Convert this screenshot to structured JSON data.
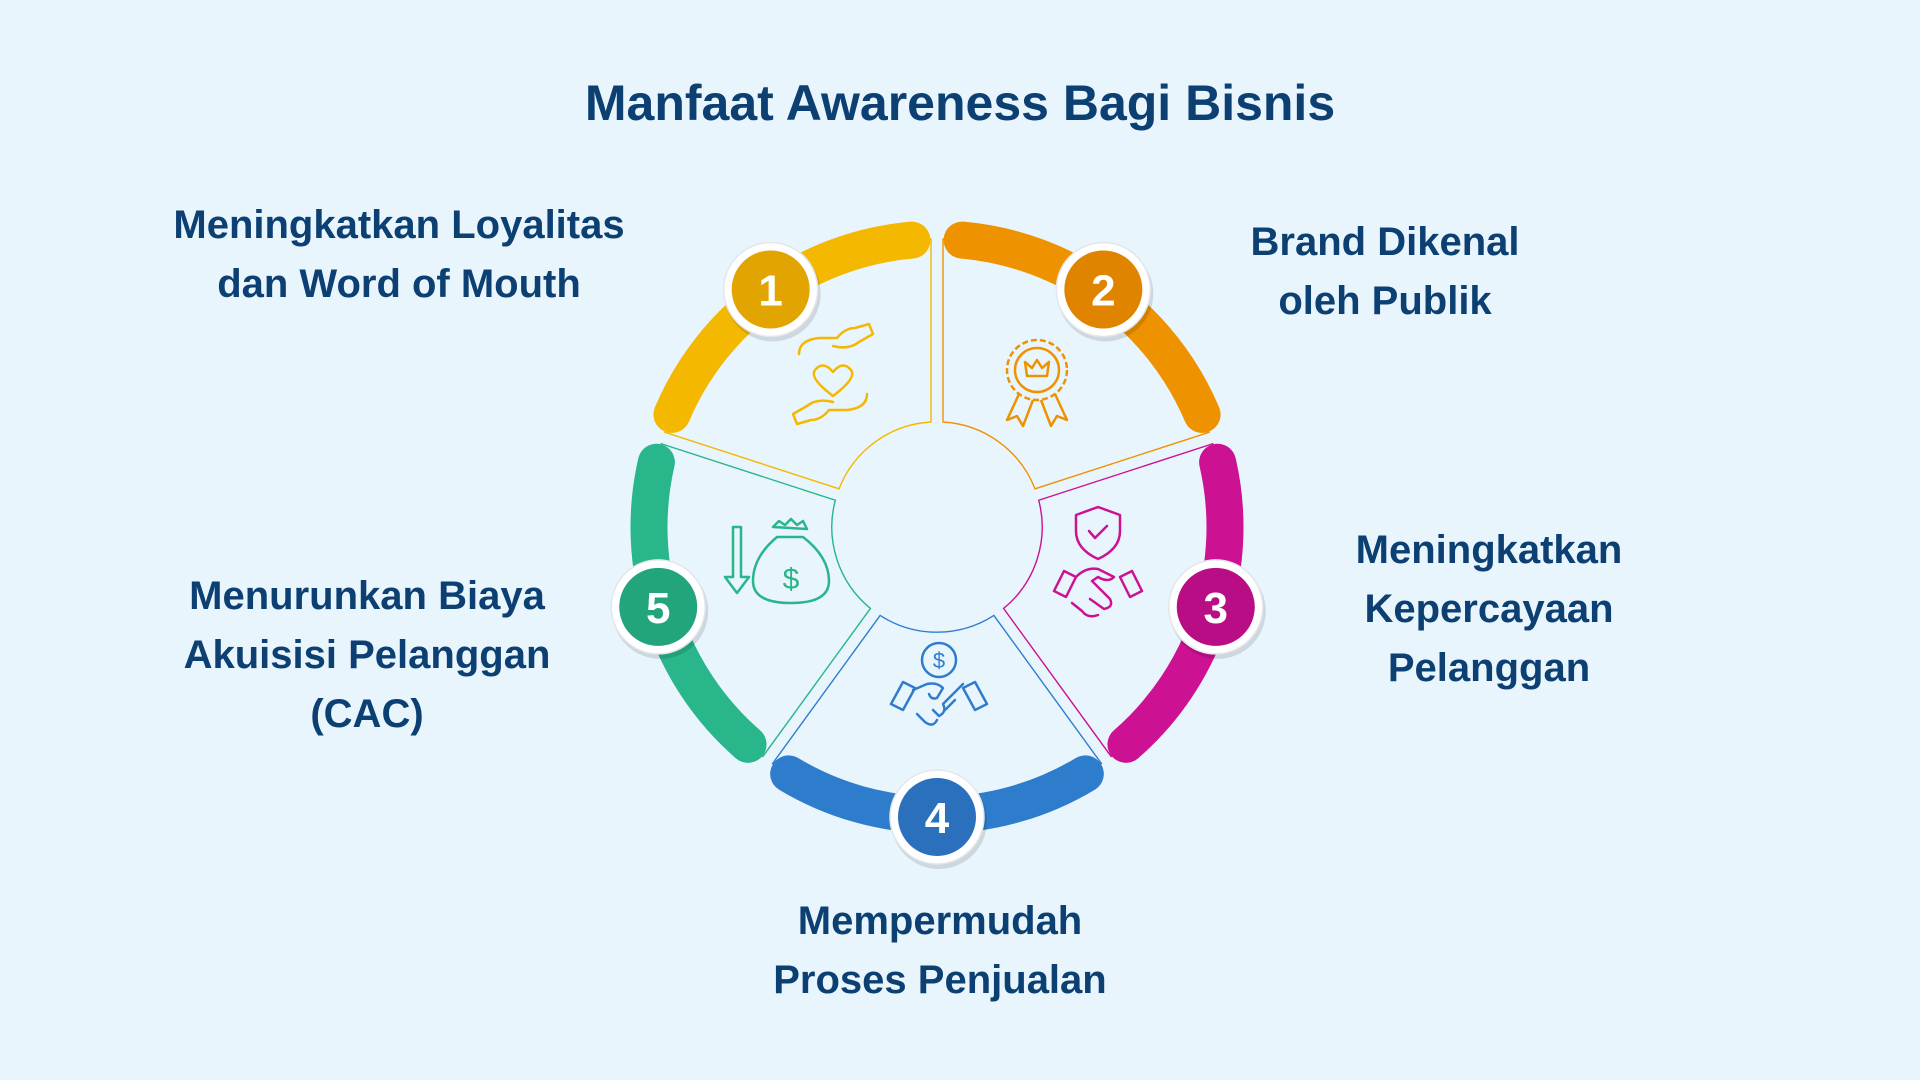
{
  "title": "Manfaat Awareness Bagi Bisnis",
  "items": [
    {
      "number": "1",
      "lines": [
        "Meningkatkan Loyalitas",
        "dan Word of Mouth"
      ],
      "icon": "hands-heart-icon",
      "color": "#f4b800",
      "badge": "#e2a400"
    },
    {
      "number": "2",
      "lines": [
        "Brand Dikenal",
        "oleh Publik"
      ],
      "icon": "award-badge-icon",
      "color": "#ef9200",
      "badge": "#e08400"
    },
    {
      "number": "3",
      "lines": [
        "Meningkatkan",
        "Kepercayaan",
        "Pelanggan"
      ],
      "icon": "shield-handshake-icon",
      "color": "#cc1192",
      "badge": "#b80d84"
    },
    {
      "number": "4",
      "lines": [
        "Mempermudah",
        "Proses Penjualan"
      ],
      "icon": "money-handshake-icon",
      "color": "#2e7dcd",
      "badge": "#2a70bd"
    },
    {
      "number": "5",
      "lines": [
        "Menurunkan Biaya",
        "Akuisisi Pelanggan",
        "(CAC)"
      ],
      "icon": "money-bag-down-icon",
      "color": "#28b68a",
      "badge": "#22a47c"
    }
  ]
}
